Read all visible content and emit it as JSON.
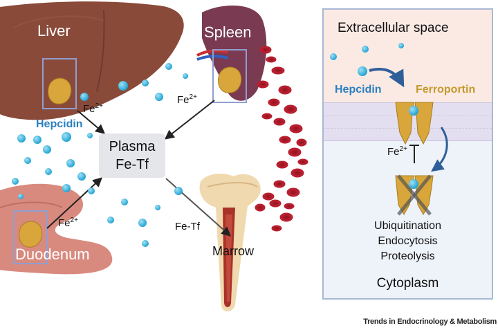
{
  "organs": {
    "liver": "Liver",
    "spleen": "Spleen",
    "duodenum": "Duodenum",
    "marrow": "Marrow"
  },
  "hepcidin_label": "Hepcidin",
  "plasma": {
    "line1": "Plasma",
    "line2": "Fe-Tf"
  },
  "fe_label": {
    "base": "Fe",
    "charge": "2+"
  },
  "fe_tf_label": "Fe-Tf",
  "panel": {
    "extracellular": "Extracellular space",
    "hepcidin": "Hepcidin",
    "ferroportin": "Ferroportin",
    "fe_base": "Fe",
    "fe_charge": "2+",
    "processes": [
      "Ubiquitination",
      "Endocytosis",
      "Proteolysis"
    ],
    "cytoplasm": "Cytoplasm"
  },
  "credit": "Trends in Endocrinology & Metabolism",
  "colors": {
    "organ_brown": "#8a4a3a",
    "spleen_purple": "#7a3a52",
    "duodenum_pink": "#d98a7f",
    "hepcidin_blue": "#2a7fc0",
    "ferroportin_gold": "#d8a63a",
    "rbc_red": "#c8202e"
  },
  "icons": [
    "ferroportin-icon",
    "hepcidin-dot-icon",
    "red-blood-cell-icon",
    "bone-icon"
  ]
}
